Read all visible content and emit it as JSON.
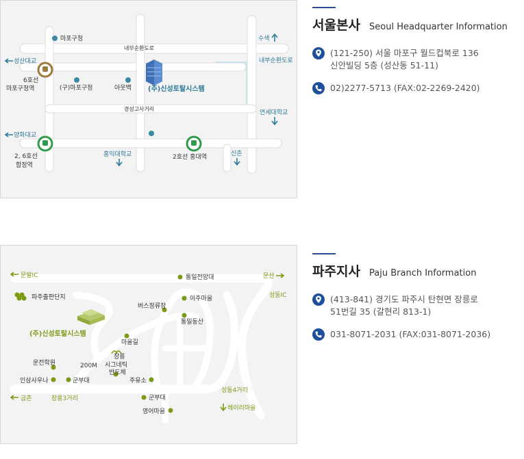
{
  "seoul": {
    "title_ko": "서울본사",
    "title_en": "Seoul Headquarter Information",
    "address_line1": "(121-250) 서울 마포구 월드컵북로 136",
    "address_line2": "신안빌딩 5층 (성산동 51-11)",
    "phone": "02)2277-5713 (FAX:02-2269-2420)",
    "map": {
      "mapo_office": "마포구청",
      "road_top": "내부순환도로",
      "susaek": "수색",
      "seongsan_bridge": "성산대교",
      "naebu_right": "내부순환도로",
      "station_6_line1": "6호선",
      "station_6_line2": "마포구청역",
      "old_mapo_office": "(구)마포구청",
      "outback": "아웃백",
      "company": "(주)신성토탈시스템",
      "gyeongseong": "경성고사거리",
      "yonsei": "연세대학교",
      "yanghwa": "양화대교",
      "hongik": "홍익대학교",
      "station_hapjeong_line1": "2, 6호선",
      "station_hapjeong_line2": "합정역",
      "station_hongdae": "2호선 홍대역",
      "sinchon": "신촌"
    }
  },
  "paju": {
    "title_ko": "파주지사",
    "title_en": "Paju Branch Information",
    "address_line1": "(413-841) 경기도 파주시 탄현면 장릉로",
    "address_line2": "51번길 35 (갈현리 813-1)",
    "phone": "031-8071-2031 (FAX:031-8071-2036)",
    "map": {
      "munbal_ic": "문발IC",
      "tongil_observatory": "통일전망대",
      "munsan": "문산",
      "publishing_complex": "파주출판단지",
      "seongdong_ic": "성동IC",
      "bus_terminal": "버스정류장",
      "iju_village": "이주마을",
      "tongil_dongsan": "통일동산",
      "company": "(주)신성토탈시스템",
      "village_road": "마을길",
      "jangneung": "장릉",
      "signetic_line1": "시그네틱",
      "signetic_line2": "반도체",
      "driving_school": "운전학원",
      "distance": "200M",
      "insam_nara": "인삼사우나",
      "military_unit_left": "군부대",
      "gas_station": "주유소",
      "geumchon": "금촌",
      "jangneung_crossroad": "장릉3거리",
      "military_unit_bottom": "군부대",
      "yeongeo_village": "영어마을",
      "seongdong_crossroad": "성동4거리",
      "heyri_village": "헤이리마을"
    }
  },
  "colors": {
    "accent": "#2c4a8e",
    "road": "#ffffff",
    "label_blue": "#2c7a97",
    "label_green": "#7d9a15",
    "station_brown": "#9b7a3a",
    "station_green": "#2e9a4a",
    "pin_blue": "#1f4f9a",
    "map_background": "#f3f3f3"
  }
}
